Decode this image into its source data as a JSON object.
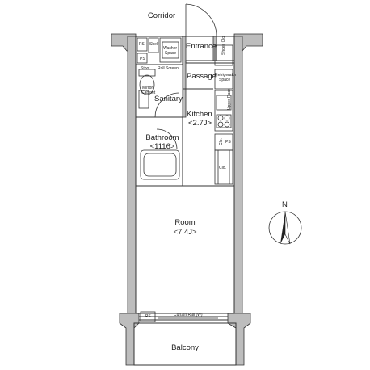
{
  "labels": {
    "corridor": "Corridor",
    "entrance": "Entrance",
    "passage": "Passage",
    "sanitary": "Sanitary",
    "kitchen": "Kitchen",
    "kitchen_size": "<2.7J>",
    "bathroom": "Bathroom",
    "bathroom_size": "<1116>",
    "room": "Room",
    "room_size": "<7.4J>",
    "balcony": "Balcony",
    "ps_top": "PS",
    "shelf": "Shelf",
    "washer_space_1": "Washer",
    "washer_space_2": "Space",
    "ps_left": "PS",
    "stool": "Stool",
    "roll_screen": "Roll Screen",
    "mirror_cabinet_1": "Mirror",
    "mirror_cabinet_2": "Cabinet",
    "shoes_closet": "Shoes Clo.",
    "refrigerator_space_1": "Refrigerator",
    "refrigerator_space_2": "Space",
    "upper_rack": "Upper Rack",
    "clo_small": "Clo.",
    "ps_right": "PS",
    "clo": "Clo.",
    "ps_bottom": "PS",
    "curtain_rail": "Curtain Rail (W)",
    "north": "N"
  },
  "colors": {
    "wall": "#bdbdbd",
    "line": "#333333",
    "text": "#222222"
  }
}
